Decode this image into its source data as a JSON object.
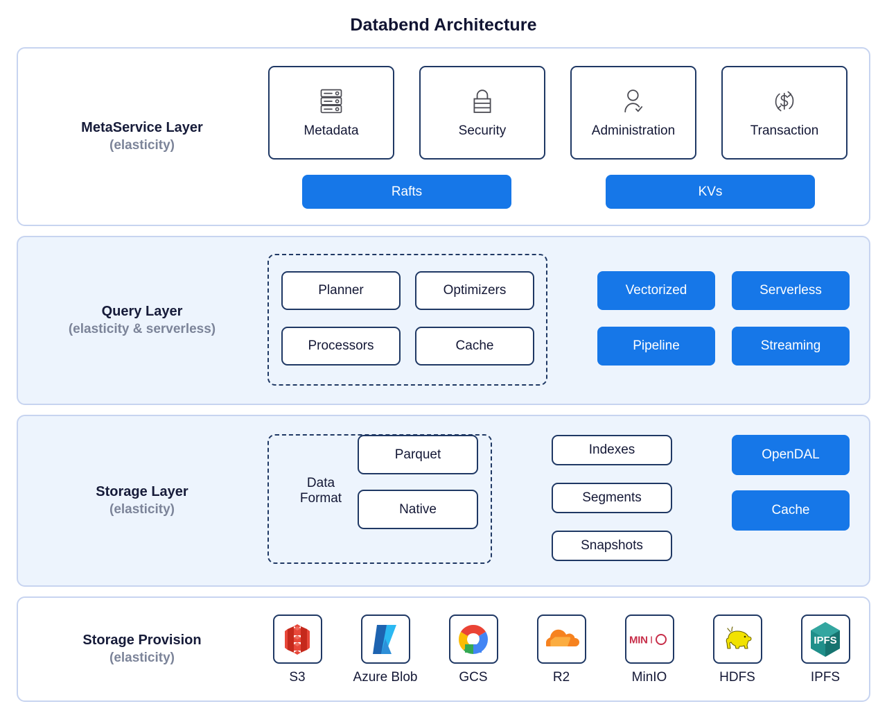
{
  "title": "Databend Architecture",
  "colors": {
    "accent_blue": "#1677E8",
    "layer_tint": "#EDF4FD",
    "layer_border": "#C7D4F0",
    "card_border": "#1F3864",
    "text_dark": "#131735",
    "text_muted": "#7C8499"
  },
  "layers": [
    {
      "id": "metaservice",
      "title": "MetaService Layer",
      "subtitle": "(elasticity)",
      "tinted": false,
      "cards": [
        {
          "label": "Metadata",
          "icon": "server-rack-icon"
        },
        {
          "label": "Security",
          "icon": "padlock-icon"
        },
        {
          "label": "Administration",
          "icon": "user-check-icon"
        },
        {
          "label": "Transaction",
          "icon": "dollar-refresh-icon"
        }
      ],
      "chips": [
        {
          "label": "Rafts"
        },
        {
          "label": "KVs"
        }
      ]
    },
    {
      "id": "query",
      "title": "Query Layer",
      "subtitle": "(elasticity & serverless)",
      "tinted": true,
      "grouped_cards": [
        {
          "label": "Planner"
        },
        {
          "label": "Optimizers"
        },
        {
          "label": "Processors"
        },
        {
          "label": "Cache"
        }
      ],
      "chips": [
        {
          "label": "Vectorized"
        },
        {
          "label": "Serverless"
        },
        {
          "label": "Pipeline"
        },
        {
          "label": "Streaming"
        }
      ]
    },
    {
      "id": "storage",
      "title": "Storage Layer",
      "subtitle": "(elasticity)",
      "tinted": true,
      "data_format": {
        "label_line1": "Data",
        "label_line2": "Format",
        "formats": [
          {
            "label": "Parquet"
          },
          {
            "label": "Native"
          }
        ]
      },
      "segments": [
        {
          "label": "Indexes"
        },
        {
          "label": "Segments"
        },
        {
          "label": "Snapshots"
        }
      ],
      "chips": [
        {
          "label": "OpenDAL"
        },
        {
          "label": "Cache"
        }
      ]
    },
    {
      "id": "provision",
      "title": "Storage Provision",
      "subtitle": "(elasticity)",
      "tinted": false,
      "providers": [
        {
          "label": "S3",
          "icon": "aws-s3-logo"
        },
        {
          "label": "Azure Blob",
          "icon": "azure-blob-logo"
        },
        {
          "label": "GCS",
          "icon": "google-cloud-storage-logo"
        },
        {
          "label": "R2",
          "icon": "cloudflare-r2-logo"
        },
        {
          "label": "MinIO",
          "icon": "minio-logo"
        },
        {
          "label": "HDFS",
          "icon": "hadoop-hdfs-logo"
        },
        {
          "label": "IPFS",
          "icon": "ipfs-logo"
        }
      ]
    }
  ]
}
